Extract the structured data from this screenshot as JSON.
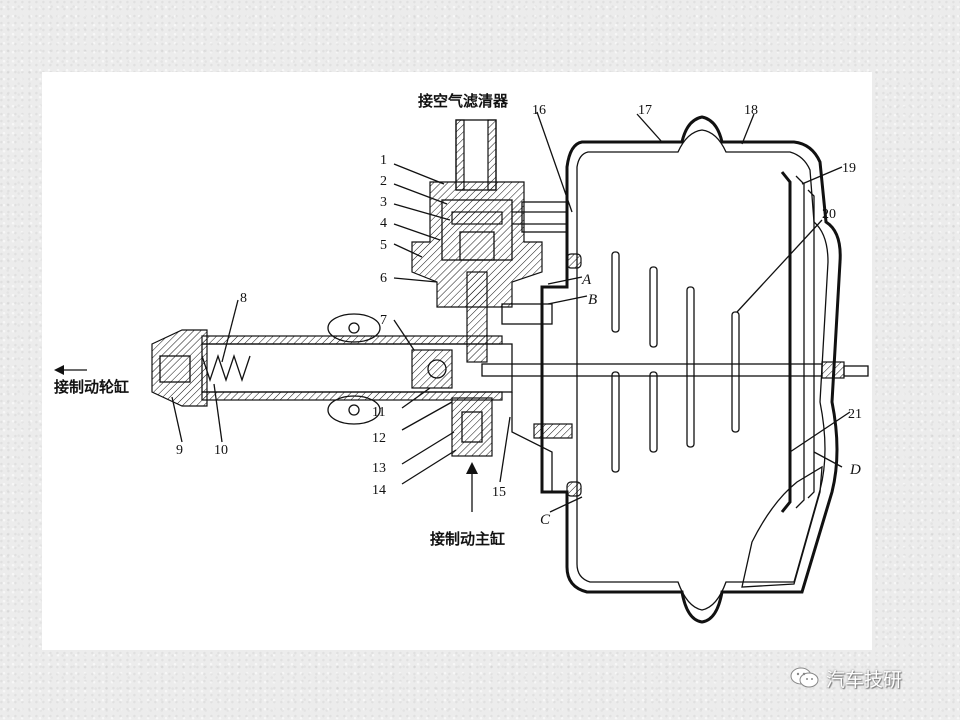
{
  "diagram": {
    "caption_air_filter": "接空气滤清器",
    "caption_wheel_cylinder": "接制动轮缸",
    "caption_master_cylinder": "接制动主缸",
    "part_numbers": [
      "1",
      "2",
      "3",
      "4",
      "5",
      "6",
      "7",
      "8",
      "9",
      "10",
      "11",
      "12",
      "13",
      "14",
      "15",
      "16",
      "17",
      "18",
      "19",
      "20",
      "21"
    ],
    "chamber_letters": [
      "A",
      "B",
      "C",
      "D"
    ]
  },
  "watermark": {
    "text": "汽车技研",
    "icon": "wechat-icon"
  }
}
